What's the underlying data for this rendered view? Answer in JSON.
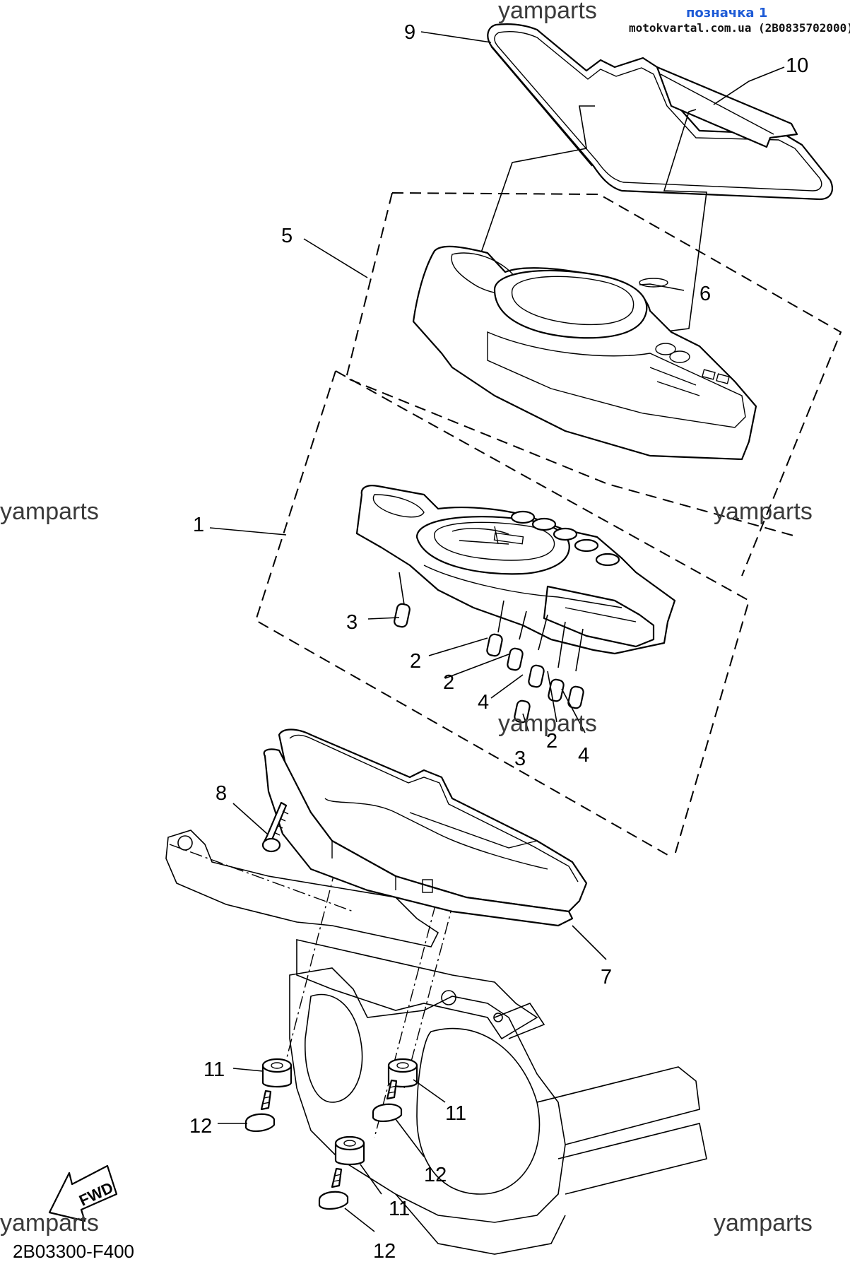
{
  "header": {
    "link_text": "позначка 1",
    "source_text": "motokvartal.com.ua (2B0835702000)"
  },
  "watermarks": [
    "yamparts",
    "yamparts",
    "yamparts",
    "yamparts",
    "yamparts",
    "yamparts"
  ],
  "diagram_code": "2B03300-F400",
  "fwd_label": "FWD",
  "callouts": [
    "9",
    "10",
    "5",
    "6",
    "1",
    "3",
    "2",
    "2",
    "4",
    "3",
    "2",
    "4",
    "8",
    "7",
    "11",
    "12",
    "11",
    "12",
    "11",
    "12"
  ],
  "icons": {
    "fwd_arrow": "forward-direction-arrow-icon"
  }
}
